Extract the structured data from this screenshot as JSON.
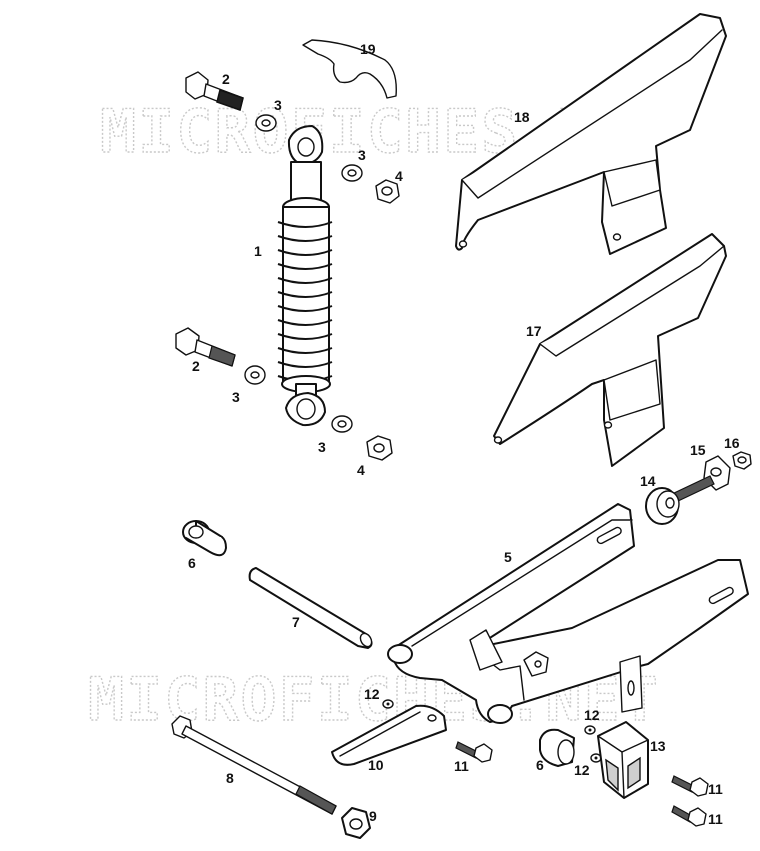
{
  "watermark": "MICROFICHES.NET",
  "callouts": {
    "shock_absorber": "1",
    "bolt_upper": "2",
    "bolt_lower": "2",
    "washer_a": "3",
    "washer_b": "3",
    "washer_c": "3",
    "washer_d": "3",
    "nut_upper": "4",
    "nut_lower": "4",
    "swingarm": "5",
    "bushing_left": "6",
    "bushing_right": "6",
    "pivot_tube": "7",
    "pivot_bolt": "8",
    "pivot_nut": "9",
    "chain_slider": "10",
    "screw_lower": "11",
    "screw_right_a": "11",
    "screw_right_b": "11",
    "clip_nut_left": "12",
    "clip_nut_right_a": "12",
    "clip_nut_right_b": "12",
    "chain_guide": "13",
    "chain_adjuster_bolt": "14",
    "tension_plate": "15",
    "adjuster_nut": "16",
    "chain_guard_lower": "17",
    "chain_guard_upper": "18",
    "hook_wrench": "19"
  }
}
